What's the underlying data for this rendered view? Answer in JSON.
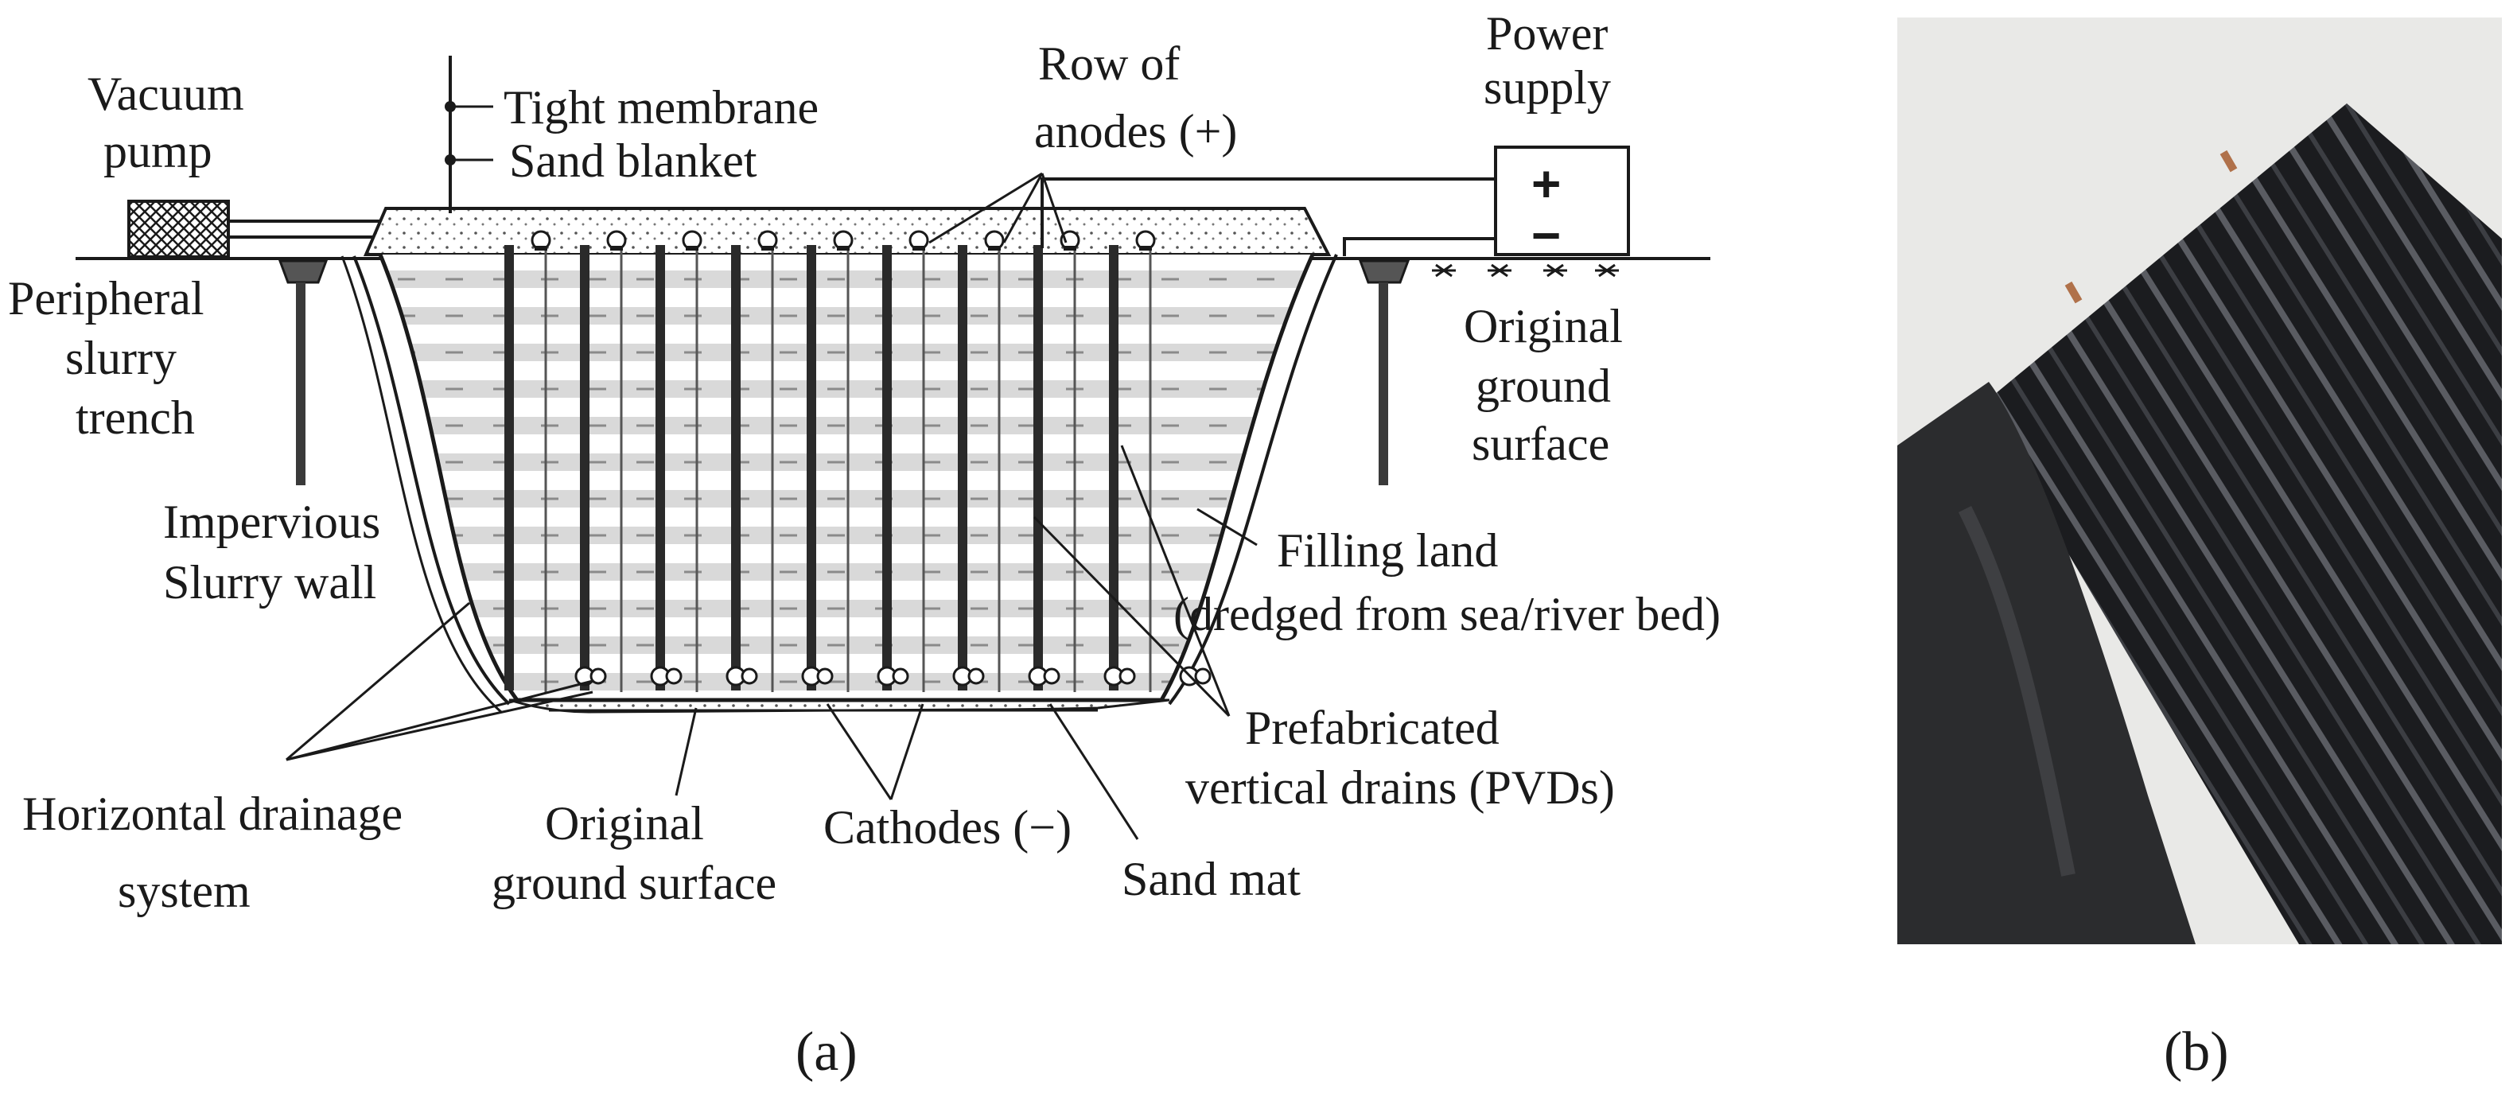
{
  "panel_a": {
    "labels": {
      "vacuum_pump_1": "Vacuum",
      "vacuum_pump_2": "pump",
      "tight_membrane": "Tight membrane",
      "sand_blanket": "Sand blanket",
      "row_of_anodes_1": "Row of",
      "row_of_anodes_2": "anodes (+)",
      "power_supply_1": "Power",
      "power_supply_2": "supply",
      "plus_sign": "+",
      "minus_sign": "−",
      "peripheral_1": "Peripheral",
      "peripheral_2": "slurry",
      "peripheral_3": "trench",
      "original_ground_right_1": "Original",
      "original_ground_right_2": "ground",
      "original_ground_right_3": "surface",
      "impervious_1": "Impervious",
      "impervious_2": "Slurry wall",
      "filling_land_1": "Filling land",
      "filling_land_2": "(dredged from sea/river bed)",
      "pvd_1": "Prefabricated",
      "pvd_2": "vertical drains (PVDs)",
      "horizontal_1": "Horizontal drainage",
      "horizontal_2": "system",
      "original_ground_bottom_1": "Original",
      "original_ground_bottom_2": "ground surface",
      "cathodes": "Cathodes (−)",
      "sand_mat": "Sand mat"
    },
    "caption": "(a)"
  },
  "panel_b": {
    "caption": "(b)"
  },
  "colors": {
    "ink": "#1a1a1a",
    "soil_band": "#d9d9d9",
    "photo_bg": "#e9e9e7",
    "drain_dark": "#1e1f22"
  }
}
